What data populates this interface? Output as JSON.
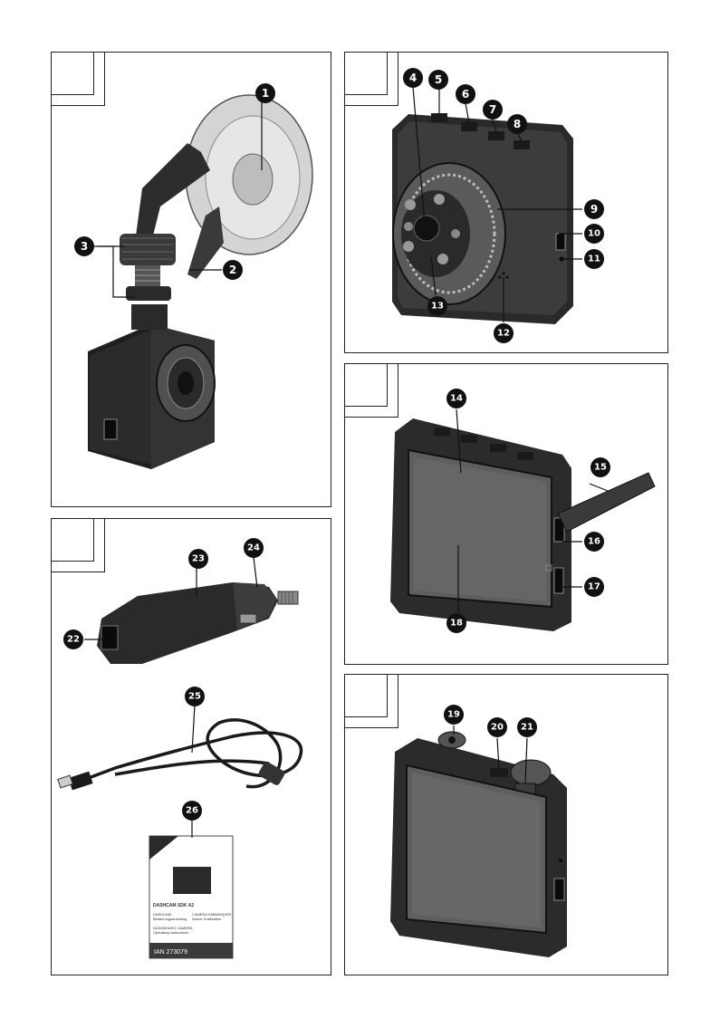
{
  "panels": {
    "p1": {
      "name": "mount-panel"
    },
    "p2": {
      "name": "front-panel"
    },
    "p3": {
      "name": "back-panel"
    },
    "p4": {
      "name": "accessories-panel"
    },
    "p5": {
      "name": "top-panel"
    }
  },
  "callouts": [
    "1",
    "2",
    "3",
    "4",
    "5",
    "6",
    "7",
    "8",
    "9",
    "10",
    "11",
    "12",
    "13",
    "14",
    "15",
    "16",
    "17",
    "18",
    "19",
    "20",
    "21",
    "22",
    "23",
    "24",
    "25",
    "26"
  ],
  "manual": {
    "title": "DASHCAM  SDK A2",
    "ian": "IAN 273079",
    "lines": [
      "DASHCAM",
      "Bedienungsanleitung",
      "CAMÉRA EMBARQUÉE",
      "Notice d'utilisation",
      "DASHBOARD CAMERA",
      "Operating instructions"
    ]
  },
  "icons": {
    "usb": "usb-icon",
    "reset": "reset-label",
    "card": "sd-card-icon"
  }
}
